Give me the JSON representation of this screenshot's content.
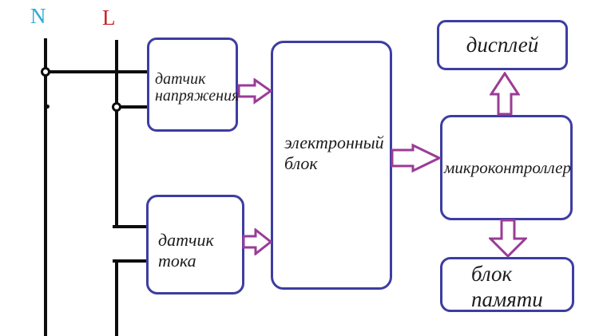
{
  "diagram": {
    "power_rails": {
      "neutral_label": "N",
      "line_label": "L"
    },
    "blocks": {
      "voltage_sensor": {
        "line1": "датчик",
        "line2": "напряжения"
      },
      "current_sensor": {
        "line1": "датчик",
        "line2": "тока"
      },
      "electronic_unit": {
        "line1": "электронный",
        "line2": "блок"
      },
      "microcontroller": {
        "label": "микроконтроллер"
      },
      "display": {
        "label": "дисплей"
      },
      "memory_unit": {
        "line1": "блок",
        "line2": "памяти"
      }
    },
    "connections": [
      {
        "from": "датчик напряжения",
        "to": "электронный блок",
        "icon": "arrow-right-icon"
      },
      {
        "from": "датчик тока",
        "to": "электронный блок",
        "icon": "arrow-right-icon"
      },
      {
        "from": "электронный блок",
        "to": "микроконтроллер",
        "icon": "arrow-right-icon"
      },
      {
        "from": "микроконтроллер",
        "to": "дисплей",
        "icon": "arrow-up-icon"
      },
      {
        "from": "микроконтроллер",
        "to": "блок памяти",
        "icon": "arrow-down-icon"
      }
    ],
    "colors": {
      "box_border": "#3d3da2",
      "arrow_stroke": "#9a3c96",
      "wire": "#0d0d0d",
      "neutral_label": "#2fa9db",
      "line_label": "#cc2127",
      "text": "#1c1c1c",
      "background": "#ffffff"
    }
  }
}
